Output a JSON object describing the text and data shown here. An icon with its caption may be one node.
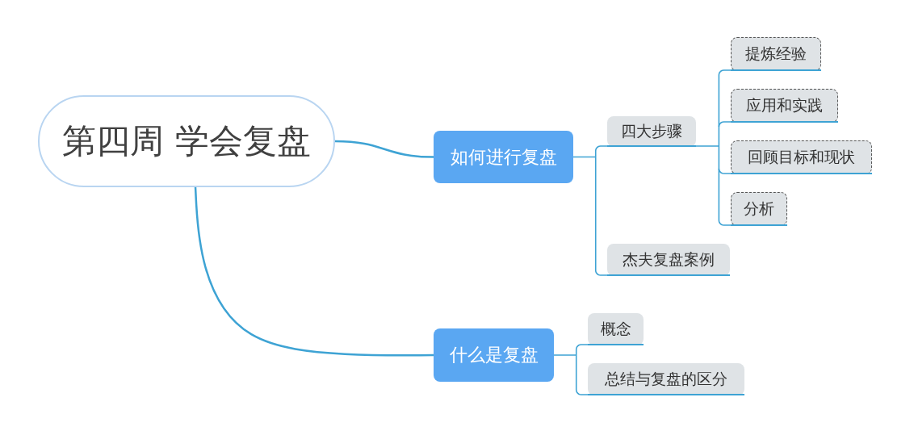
{
  "diagram": {
    "nodes": [
      {
        "text": [
          "第四周 学会复盘"
        ]
      },
      {
        "text": [
          "如何进行复盘"
        ]
      },
      {
        "text": [
          "四大步骤"
        ]
      },
      {
        "text": [
          "提炼经验"
        ]
      },
      {
        "text": [
          "应用和实践"
        ]
      },
      {
        "text": [
          "回顾目标和现状"
        ]
      },
      {
        "text": [
          "分析"
        ]
      },
      {
        "text": [
          "杰夫复盘案例"
        ]
      },
      {
        "text": [
          "什么是复盘"
        ]
      },
      {
        "text": [
          "概念"
        ]
      },
      {
        "text": [
          "总结与复盘的区分"
        ]
      }
    ],
    "edges": [
      {
        "from": 0,
        "to": 1,
        "arrow": "none"
      },
      {
        "from": 1,
        "to": 2,
        "arrow": "none"
      },
      {
        "from": 2,
        "to": 3,
        "arrow": "none"
      },
      {
        "from": 2,
        "to": 4,
        "arrow": "none"
      },
      {
        "from": 2,
        "to": 5,
        "arrow": "none"
      },
      {
        "from": 2,
        "to": 6,
        "arrow": "none"
      },
      {
        "from": 1,
        "to": 7,
        "arrow": "none"
      },
      {
        "from": 0,
        "to": 8,
        "arrow": "none"
      },
      {
        "from": 8,
        "to": 9,
        "arrow": "none"
      },
      {
        "from": 8,
        "to": 10,
        "arrow": "none"
      }
    ]
  }
}
